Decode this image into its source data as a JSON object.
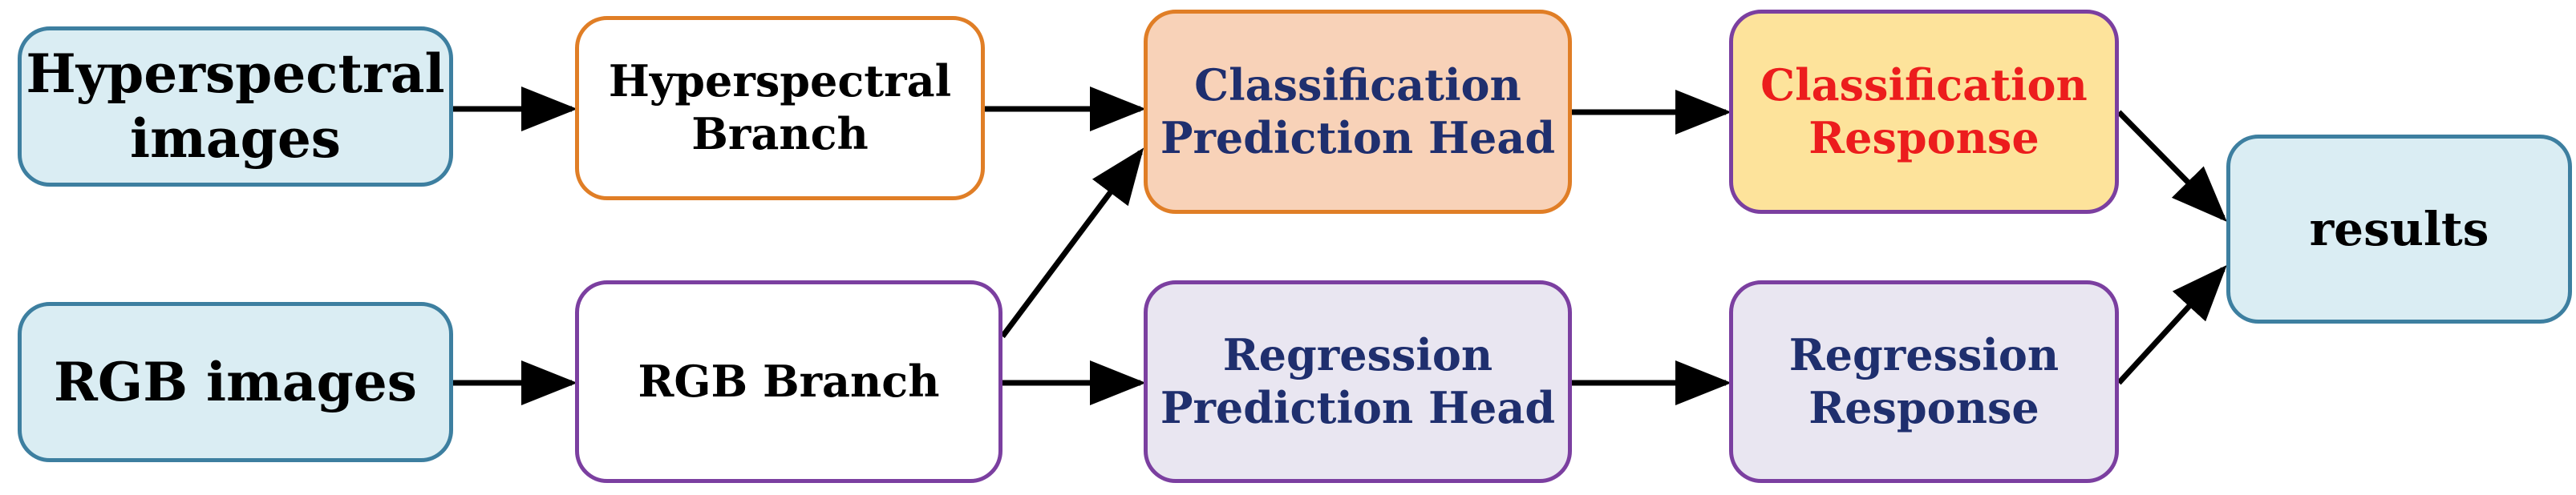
{
  "diagram": {
    "nodes": {
      "hyperspectral_images": "Hyperspectral\nimages",
      "rgb_images": "RGB images",
      "hyperspectral_branch": "Hyperspectral\nBranch",
      "rgb_branch": "RGB Branch",
      "classification_head": "Classification\nPrediction Head",
      "regression_head": "Regression\nPrediction Head",
      "classification_response": "Classification\nResponse",
      "regression_response": "Regression\nResponse",
      "results": "results"
    },
    "edges": [
      [
        "hyperspectral_images",
        "hyperspectral_branch"
      ],
      [
        "rgb_images",
        "rgb_branch"
      ],
      [
        "hyperspectral_branch",
        "classification_head"
      ],
      [
        "rgb_branch",
        "classification_head"
      ],
      [
        "rgb_branch",
        "regression_head"
      ],
      [
        "classification_head",
        "classification_response"
      ],
      [
        "regression_head",
        "regression_response"
      ],
      [
        "classification_response",
        "results"
      ],
      [
        "regression_response",
        "results"
      ]
    ],
    "colors": {
      "input_fill": "#daedf3",
      "input_border": "#3d7fa0",
      "orange_border": "#e07e26",
      "purple_border": "#7b3fa0",
      "classification_head_fill": "#f8d2b8",
      "classification_response_fill": "#fde39b",
      "regression_fill": "#e9e6f1",
      "navy_text": "#1f2f6e",
      "red_text": "#ec1d1d",
      "arrow": "#000000"
    }
  }
}
